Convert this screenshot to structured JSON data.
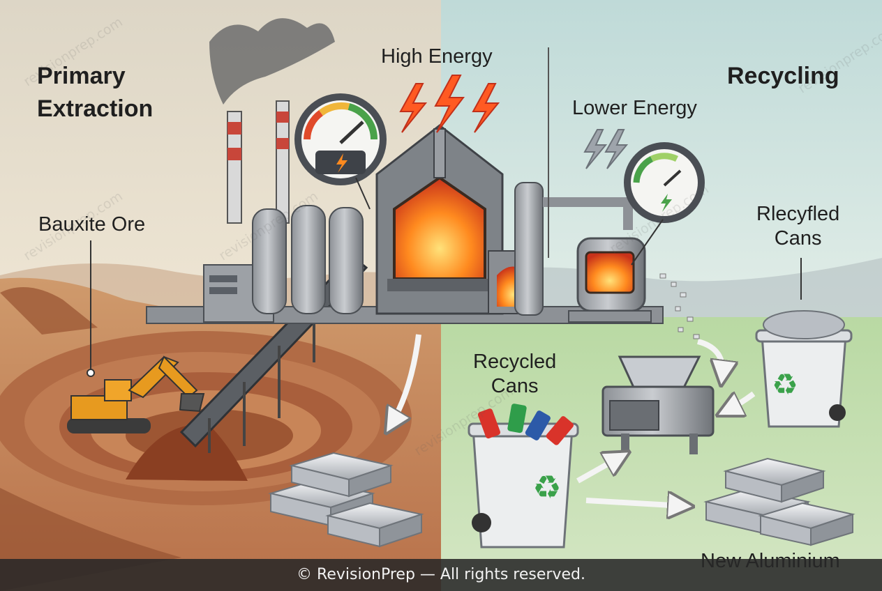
{
  "left_panel": {
    "title_line1": "Primary",
    "title_line2": "Extraction",
    "ore_label": "Bauxite Ore"
  },
  "center": {
    "high_energy_label": "High Energy"
  },
  "right_panel": {
    "title": "Recycling",
    "lower_energy_label": "Lower Energy",
    "recycled_cans_top_line1": "Rlecyfled",
    "recycled_cans_top_line2": "Cans",
    "recycled_cans_bin_line1": "Recycled",
    "recycled_cans_bin_line2": "Cans",
    "output_label": "New Aluminium"
  },
  "watermark": "revisionprep.com",
  "footer": {
    "text": "© RevisionPrep — All rights reserved."
  },
  "colors": {
    "left_ground": "#c98a5e",
    "right_ground": "#a9cf93",
    "sky_left": "#ede4d3",
    "sky_right": "#cfe3e0",
    "fire": "#ff6a1a",
    "lightning": "#ff4a1a",
    "recycle_green": "#3aa14a"
  },
  "icons": [
    "energy-gauge-icon",
    "lightning-icon",
    "recycle-icon",
    "arrow-icon"
  ]
}
